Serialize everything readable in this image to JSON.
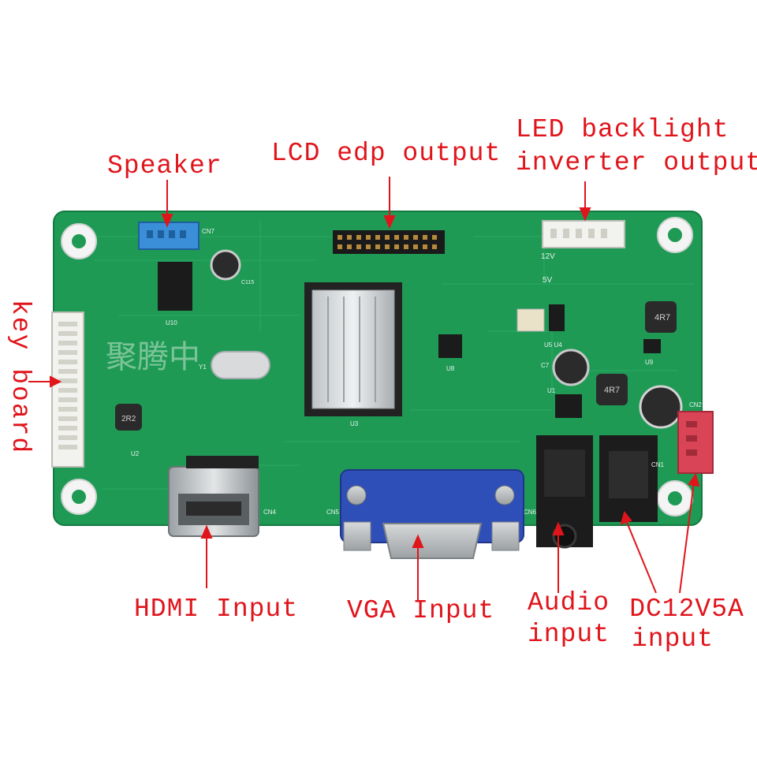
{
  "labels": {
    "speaker": "Speaker",
    "lcd": "LCD edp output",
    "led_line1": "LED backlight",
    "led_line2": "inverter output",
    "key_board": "key board",
    "hdmi": "HDMI Input",
    "vga": "VGA Input",
    "audio_line1": "Audio",
    "audio_line2": "input",
    "dc_line1": "DC12V5A",
    "dc_line2": "input"
  },
  "silkscreen": {
    "watermark": "聚腾中",
    "cn7": "CN7",
    "c115": "C115",
    "u10": "U10",
    "y1": "Y1",
    "u3": "U3",
    "u8": "U8",
    "cn5": "CN5",
    "cn4": "CN4",
    "cn6": "CN6",
    "cn1": "CN1",
    "cn2": "CN2",
    "u2": "U2",
    "u1": "U1",
    "c7": "C7",
    "u5u4": "U5 U4",
    "u9": "U9",
    "inductor1": "4R7",
    "inductor2": "4R7",
    "inductor3": "2R2",
    "v12": "12V",
    "v5": "5V"
  },
  "colors": {
    "pcb": "#1f9a55",
    "pcb_dark": "#168247",
    "arrow": "#e0141b",
    "label": "#e0141b",
    "vga_blue": "#2f4fb8",
    "speaker_blue": "#3a8fd8",
    "power_red": "#d94456"
  }
}
